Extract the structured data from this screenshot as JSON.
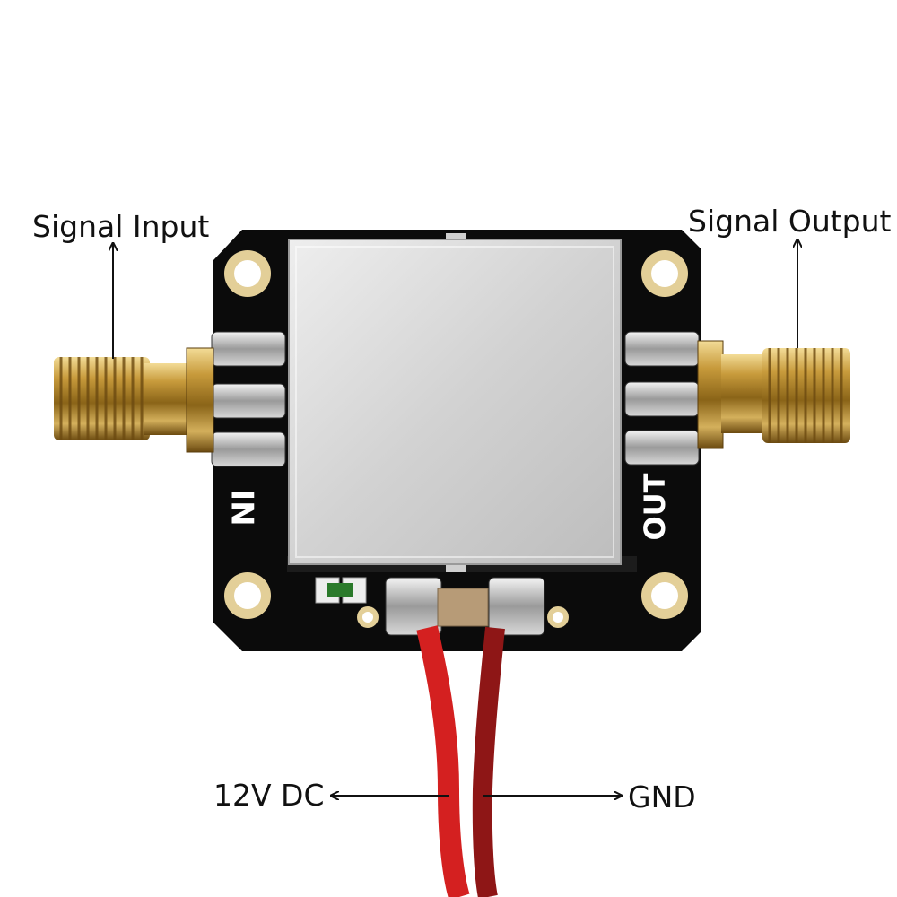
{
  "labels": {
    "signal_input": "Signal Input",
    "signal_output": "Signal Output",
    "power": "12V DC",
    "ground": "GND"
  },
  "silkscreen": {
    "input": "IN",
    "output": "OUT"
  },
  "colors": {
    "background": "#ffffff",
    "pcb": "#0b0b0b",
    "shield": "#d6d6d6",
    "connector_gold": "#c9a24a",
    "wire_power": "#d42020",
    "wire_ground": "#8e1616",
    "silkscreen": "#ffffff",
    "annotation": "#111111"
  },
  "icons": {
    "connector": "sma-connector-icon",
    "led": "led-indicator-icon"
  }
}
